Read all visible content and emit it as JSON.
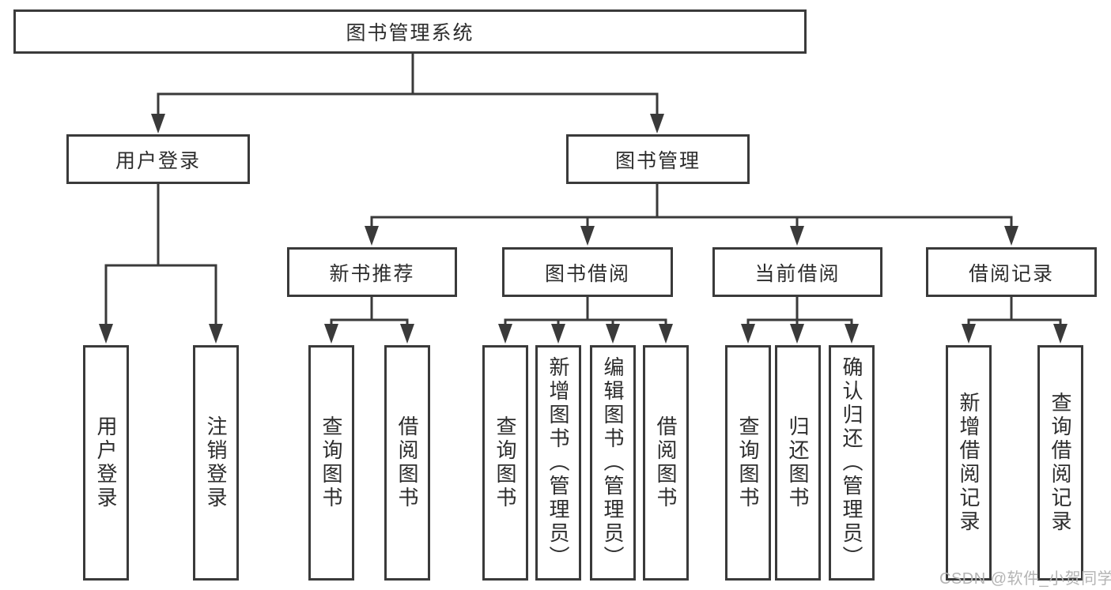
{
  "colors": {
    "line": "#3a3a3a",
    "text": "#2d2d2d",
    "box_fill": "#ffffff",
    "background": "#ffffff",
    "watermark_text": "#b4b4b4"
  },
  "watermark": "CSDN @软件_小贺同学",
  "tree": {
    "root": {
      "label": "图书管理系统"
    },
    "level2": [
      {
        "label": "用户登录"
      },
      {
        "label": "图书管理"
      }
    ],
    "level3": [
      {
        "label": "新书推荐"
      },
      {
        "label": "图书借阅"
      },
      {
        "label": "当前借阅"
      },
      {
        "label": "借阅记录"
      }
    ],
    "leaves": [
      {
        "label": "用户登录"
      },
      {
        "label": "注销登录"
      },
      {
        "label": "查询图书"
      },
      {
        "label": "借阅图书"
      },
      {
        "label": "查询图书"
      },
      {
        "label": "新增图书（管理员）"
      },
      {
        "label": "编辑图书（管理员）"
      },
      {
        "label": "借阅图书"
      },
      {
        "label": "查询图书"
      },
      {
        "label": "归还图书"
      },
      {
        "label": "确认归还（管理员）"
      },
      {
        "label": "新增借阅记录"
      },
      {
        "label": "查询借阅记录"
      }
    ]
  }
}
